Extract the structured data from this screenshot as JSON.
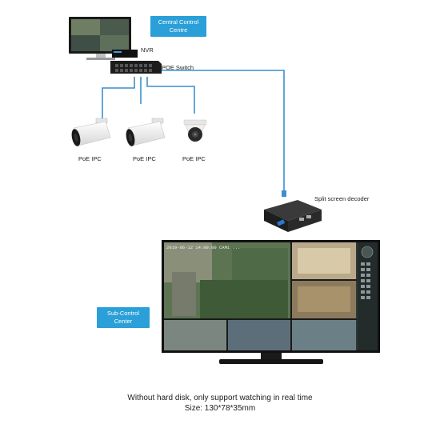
{
  "central_control": {
    "line1": "Central Control",
    "line2": "Centre"
  },
  "nvr_label": "NVR",
  "poe_switch_label": "POE Switch",
  "cameras": [
    {
      "label": "PoE IPC",
      "type": "bullet"
    },
    {
      "label": "PoE IPC",
      "type": "bullet"
    },
    {
      "label": "PoE IPC",
      "type": "dome"
    }
  ],
  "decoder_label": "Split screen decoder",
  "sub_control": {
    "line1": "Sub-Control",
    "line2": "Center"
  },
  "tv_osd_text": "2019-06-12 14:00:00 CAM1 ...",
  "caption": {
    "line1": "Without hard disk, only support watching in real time",
    "line2": "Size: 130*78*35mm"
  },
  "colors": {
    "badge": "#2a9fd8",
    "cable": "#3a8fd0",
    "device": "#1c1c1c"
  }
}
